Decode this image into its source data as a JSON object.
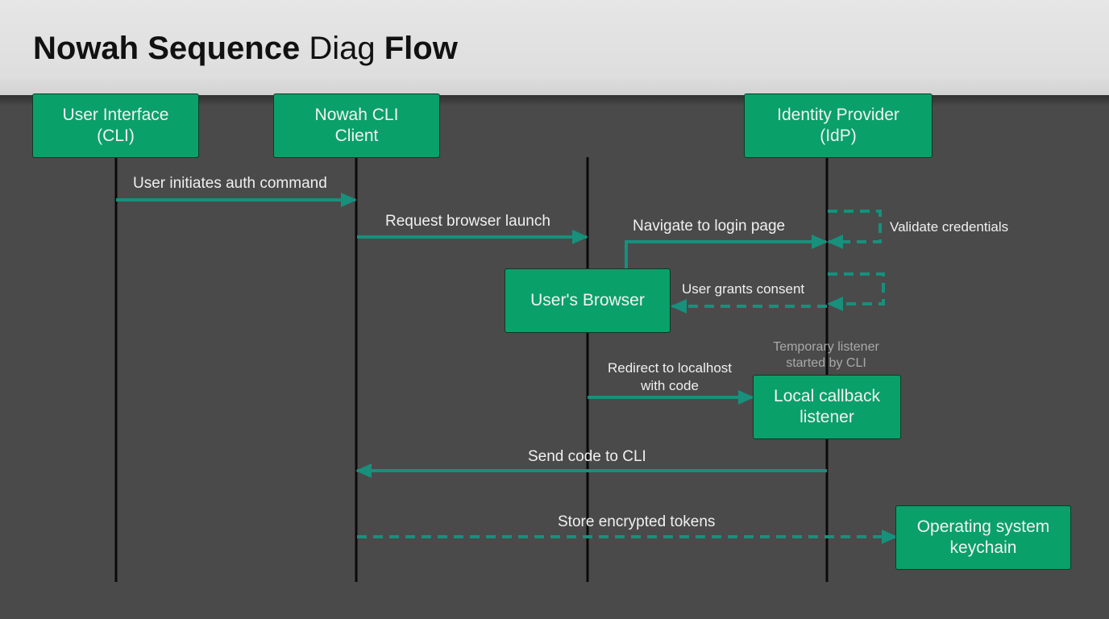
{
  "title": {
    "part1": "Nowah Sequence",
    "part2": "Diag",
    "part3": "Flow"
  },
  "participants": {
    "user_interface": {
      "line1": "User Interface",
      "line2": "(CLI)"
    },
    "nowah_cli": {
      "line1": "Nowah CLI",
      "line2": "Client"
    },
    "identity_provider": {
      "line1": "Identity Provider",
      "line2": "(IdP)"
    },
    "users_browser": {
      "line1": "User's Browser"
    },
    "local_callback": {
      "line1": "Local callback",
      "line2": "listener"
    },
    "os_keychain": {
      "line1": "Operating system",
      "line2": "keychain"
    }
  },
  "messages": {
    "initiate": "User initiates auth command",
    "browser_launch": "Request browser launch",
    "navigate": "Navigate to login page",
    "validate": "Validate credentials",
    "consent": "User grants consent",
    "redirect": {
      "line1": "Redirect to localhost",
      "line2": "with code"
    },
    "send_code": "Send code to CLI",
    "store_tokens": "Store encrypted tokens"
  },
  "notes": {
    "temp_listener": {
      "line1": "Temporary listener",
      "line2": "started by CLI"
    }
  },
  "colors": {
    "box_fill": "#0aa06a",
    "arrow": "#17907c",
    "lifeline": "#0a0a0a",
    "background": "#4a4a4a",
    "header": "#e2e2e2"
  }
}
